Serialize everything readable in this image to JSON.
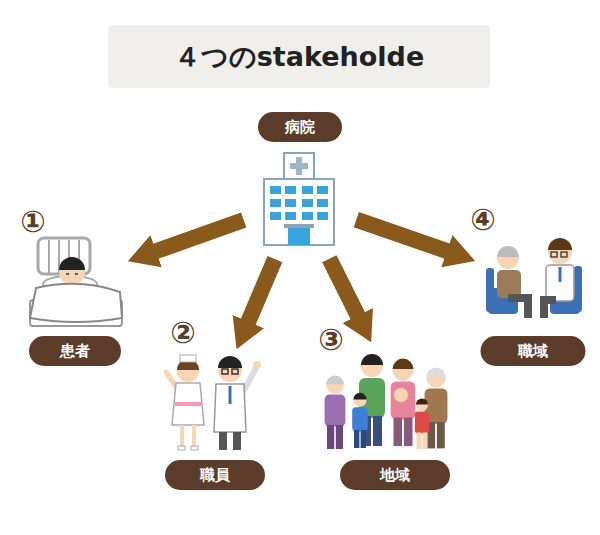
{
  "diagram": {
    "title": "４つのstakeholde",
    "nodes": [
      {
        "text": [
          "病院"
        ]
      },
      {
        "text": [
          "患者"
        ]
      },
      {
        "text": [
          "職員"
        ]
      },
      {
        "text": [
          "地域"
        ]
      },
      {
        "text": [
          "職域"
        ]
      }
    ],
    "edges": [
      {
        "from": 0,
        "to": 1,
        "arrow": "to"
      },
      {
        "from": 0,
        "to": 2,
        "arrow": "to"
      },
      {
        "from": 0,
        "to": 3,
        "arrow": "to"
      },
      {
        "from": 0,
        "to": 4,
        "arrow": "to"
      }
    ],
    "labels": [
      "①",
      "②",
      "③",
      "④"
    ]
  }
}
